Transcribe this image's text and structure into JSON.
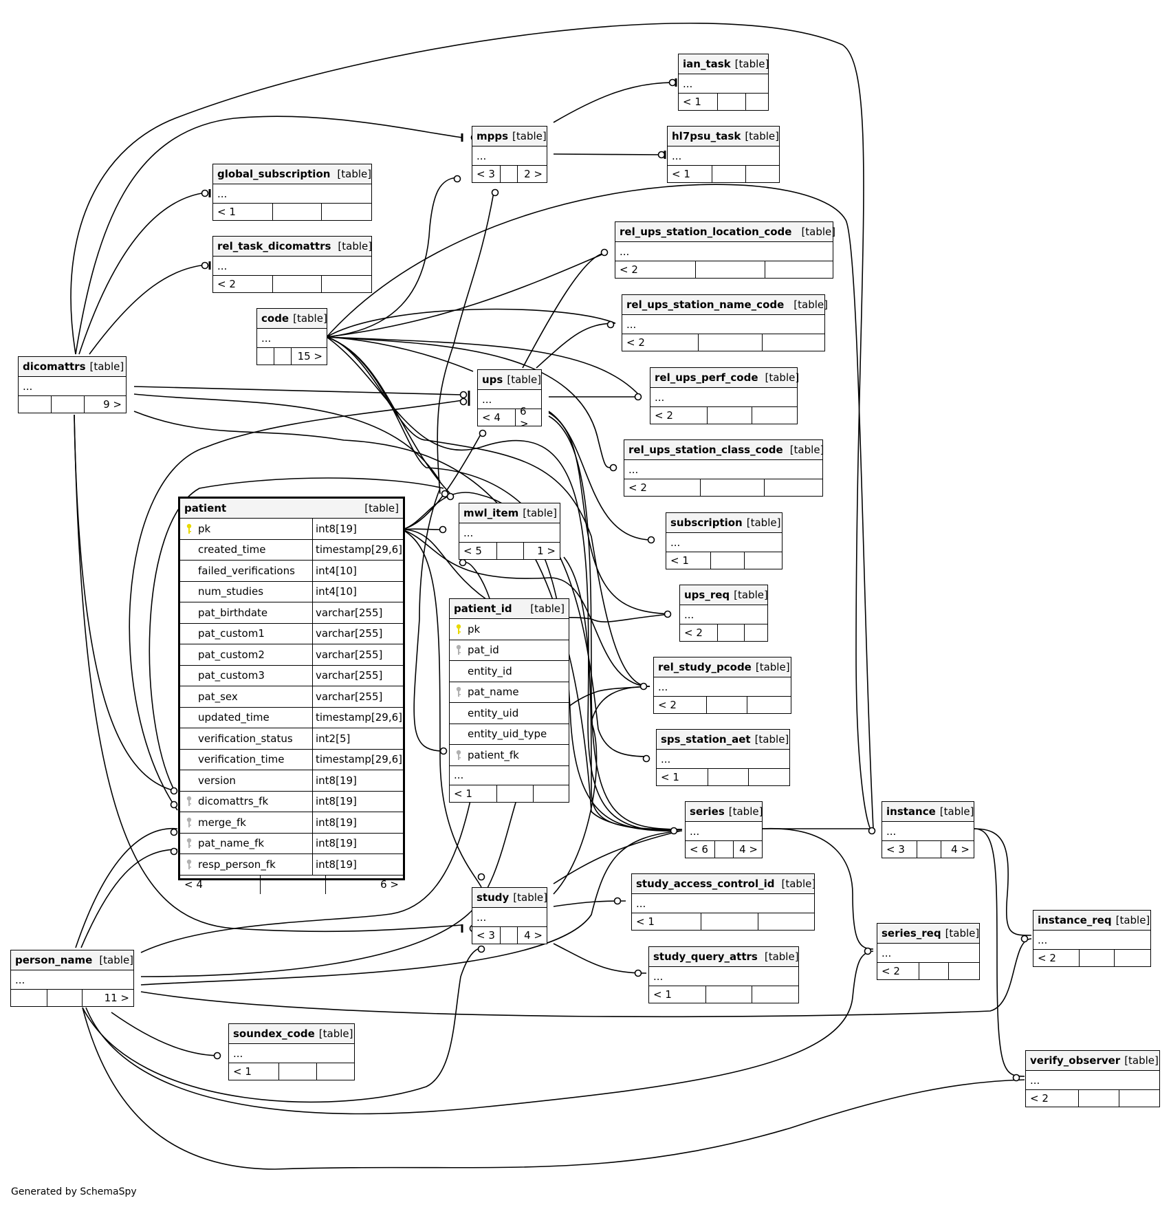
{
  "title": "",
  "footer": "Generated by SchemaSpy",
  "kind_label": "[table]",
  "icons": {
    "primary_key": "primary-key-icon",
    "foreign_key": "foreign-key-icon"
  },
  "colors": {
    "primary_key": "#e8d900",
    "foreign_key": "#b0b0b0",
    "header_bg": "#f4f4f4"
  },
  "tables": {
    "ian_task": {
      "name": "ian_task",
      "ellipsis": "...",
      "left": "< 1",
      "right": ""
    },
    "hl7psu_task": {
      "name": "hl7psu_task",
      "ellipsis": "...",
      "left": "< 1",
      "right": ""
    },
    "mpps": {
      "name": "mpps",
      "ellipsis": "...",
      "left": "< 3",
      "right": "2 >"
    },
    "global_subscription": {
      "name": "global_subscription",
      "ellipsis": "...",
      "left": "< 1",
      "right": ""
    },
    "rel_task_dicomattrs": {
      "name": "rel_task_dicomattrs",
      "ellipsis": "...",
      "left": "< 2",
      "right": ""
    },
    "rel_ups_station_location_code": {
      "name": "rel_ups_station_location_code",
      "ellipsis": "...",
      "left": "< 2",
      "right": ""
    },
    "rel_ups_station_name_code": {
      "name": "rel_ups_station_name_code",
      "ellipsis": "...",
      "left": "< 2",
      "right": ""
    },
    "code": {
      "name": "code",
      "ellipsis": "...",
      "left": "",
      "right": "15 >"
    },
    "dicomattrs": {
      "name": "dicomattrs",
      "ellipsis": "...",
      "left": "",
      "right": "9 >"
    },
    "ups": {
      "name": "ups",
      "ellipsis": "...",
      "left": "< 4",
      "right": "6 >"
    },
    "rel_ups_perf_code": {
      "name": "rel_ups_perf_code",
      "ellipsis": "...",
      "left": "< 2",
      "right": ""
    },
    "rel_ups_station_class_code": {
      "name": "rel_ups_station_class_code",
      "ellipsis": "...",
      "left": "< 2",
      "right": ""
    },
    "mwl_item": {
      "name": "mwl_item",
      "ellipsis": "...",
      "left": "< 5",
      "right": "1 >"
    },
    "subscription": {
      "name": "subscription",
      "ellipsis": "...",
      "left": "< 1",
      "right": ""
    },
    "ups_req": {
      "name": "ups_req",
      "ellipsis": "...",
      "left": "< 2",
      "right": ""
    },
    "rel_study_pcode": {
      "name": "rel_study_pcode",
      "ellipsis": "...",
      "left": "< 2",
      "right": ""
    },
    "sps_station_aet": {
      "name": "sps_station_aet",
      "ellipsis": "...",
      "left": "< 1",
      "right": ""
    },
    "series": {
      "name": "series",
      "ellipsis": "...",
      "left": "< 6",
      "right": "4 >"
    },
    "instance": {
      "name": "instance",
      "ellipsis": "...",
      "left": "< 3",
      "right": "4 >"
    },
    "study_access_control_id": {
      "name": "study_access_control_id",
      "ellipsis": "...",
      "left": "< 1",
      "right": ""
    },
    "study": {
      "name": "study",
      "ellipsis": "...",
      "left": "< 3",
      "right": "4 >"
    },
    "series_req": {
      "name": "series_req",
      "ellipsis": "...",
      "left": "< 2",
      "right": ""
    },
    "instance_req": {
      "name": "instance_req",
      "ellipsis": "...",
      "left": "< 2",
      "right": ""
    },
    "study_query_attrs": {
      "name": "study_query_attrs",
      "ellipsis": "...",
      "left": "< 1",
      "right": ""
    },
    "person_name": {
      "name": "person_name",
      "ellipsis": "...",
      "left": "",
      "right": "11 >"
    },
    "soundex_code": {
      "name": "soundex_code",
      "ellipsis": "...",
      "left": "< 1",
      "right": ""
    },
    "verify_observer": {
      "name": "verify_observer",
      "ellipsis": "...",
      "left": "< 2",
      "right": ""
    }
  },
  "patient": {
    "name": "patient",
    "left": "< 4",
    "right": "6 >",
    "columns": [
      {
        "name": "pk",
        "type": "int8[19]",
        "key": "primary"
      },
      {
        "name": "created_time",
        "type": "timestamp[29,6]",
        "key": ""
      },
      {
        "name": "failed_verifications",
        "type": "int4[10]",
        "key": ""
      },
      {
        "name": "num_studies",
        "type": "int4[10]",
        "key": ""
      },
      {
        "name": "pat_birthdate",
        "type": "varchar[255]",
        "key": ""
      },
      {
        "name": "pat_custom1",
        "type": "varchar[255]",
        "key": ""
      },
      {
        "name": "pat_custom2",
        "type": "varchar[255]",
        "key": ""
      },
      {
        "name": "pat_custom3",
        "type": "varchar[255]",
        "key": ""
      },
      {
        "name": "pat_sex",
        "type": "varchar[255]",
        "key": ""
      },
      {
        "name": "updated_time",
        "type": "timestamp[29,6]",
        "key": ""
      },
      {
        "name": "verification_status",
        "type": "int2[5]",
        "key": ""
      },
      {
        "name": "verification_time",
        "type": "timestamp[29,6]",
        "key": ""
      },
      {
        "name": "version",
        "type": "int8[19]",
        "key": ""
      },
      {
        "name": "dicomattrs_fk",
        "type": "int8[19]",
        "key": "foreign"
      },
      {
        "name": "merge_fk",
        "type": "int8[19]",
        "key": "foreign"
      },
      {
        "name": "pat_name_fk",
        "type": "int8[19]",
        "key": "foreign"
      },
      {
        "name": "resp_person_fk",
        "type": "int8[19]",
        "key": "foreign"
      }
    ]
  },
  "patient_id": {
    "name": "patient_id",
    "ellipsis": "...",
    "left": "< 1",
    "right": "",
    "columns": [
      {
        "name": "pk",
        "key": "primary"
      },
      {
        "name": "pat_id",
        "key": "foreign"
      },
      {
        "name": "entity_id",
        "key": ""
      },
      {
        "name": "pat_name",
        "key": "foreign"
      },
      {
        "name": "entity_uid",
        "key": ""
      },
      {
        "name": "entity_uid_type",
        "key": ""
      },
      {
        "name": "patient_fk",
        "key": "foreign"
      }
    ]
  }
}
